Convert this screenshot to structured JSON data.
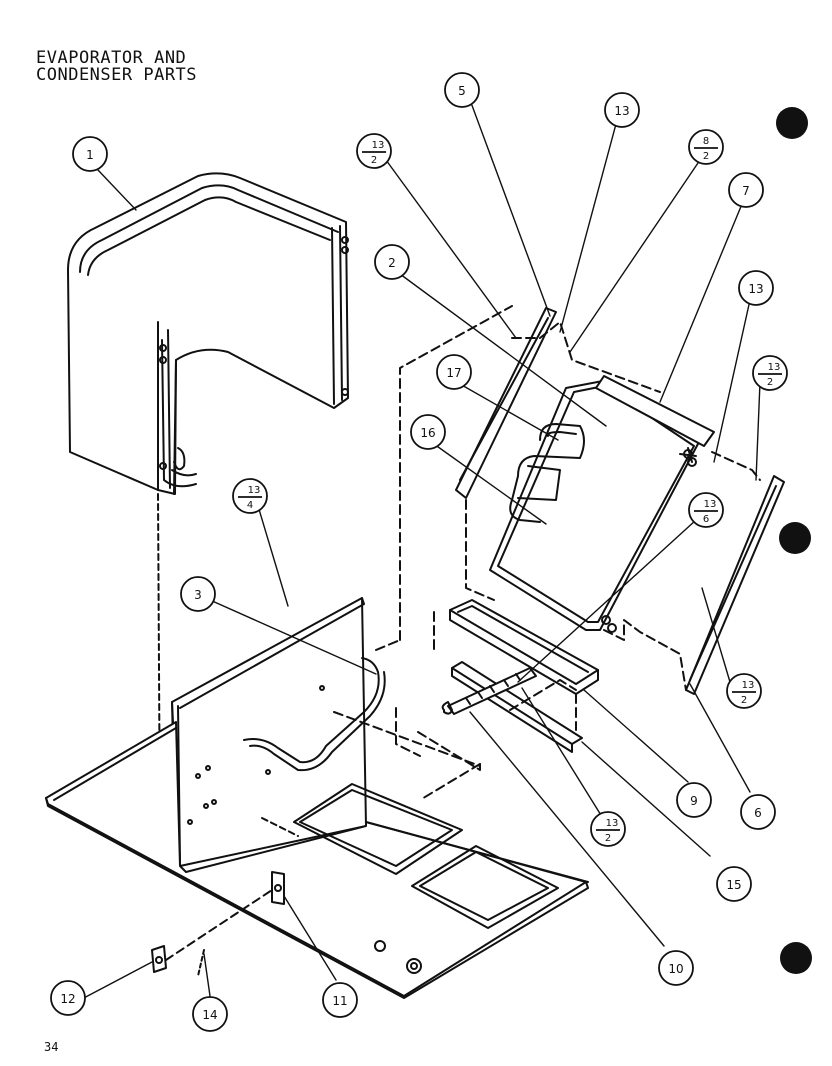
{
  "title": {
    "line1": "EVAPORATOR AND",
    "line2": "CONDENSER PARTS"
  },
  "page_number": "34",
  "callouts": [
    {
      "id": "c1",
      "label": "1"
    },
    {
      "id": "c2",
      "label": "2"
    },
    {
      "id": "c3",
      "label": "3"
    },
    {
      "id": "c5",
      "label": "5"
    },
    {
      "id": "c6",
      "label": "6"
    },
    {
      "id": "c7",
      "label": "7"
    },
    {
      "id": "c9",
      "label": "9"
    },
    {
      "id": "c10",
      "label": "10"
    },
    {
      "id": "c11",
      "label": "11"
    },
    {
      "id": "c12",
      "label": "12"
    },
    {
      "id": "c13a",
      "label": "13"
    },
    {
      "id": "c13b",
      "label": "13"
    },
    {
      "id": "c14",
      "label": "14"
    },
    {
      "id": "c15",
      "label": "15"
    },
    {
      "id": "c16",
      "label": "16"
    },
    {
      "id": "c17",
      "label": "17"
    }
  ],
  "fraction_callouts": [
    {
      "id": "f13-2-top",
      "num": "13",
      "den": "2"
    },
    {
      "id": "f8-2",
      "num": "8",
      "den": "2"
    },
    {
      "id": "f13-2-right",
      "num": "13",
      "den": "2"
    },
    {
      "id": "f13-4",
      "num": "13",
      "den": "4"
    },
    {
      "id": "f13-6",
      "num": "13",
      "den": "6"
    },
    {
      "id": "f13-2-lower-right",
      "num": "13",
      "den": "2"
    },
    {
      "id": "f13-2-bottom",
      "num": "13",
      "den": "2"
    }
  ]
}
